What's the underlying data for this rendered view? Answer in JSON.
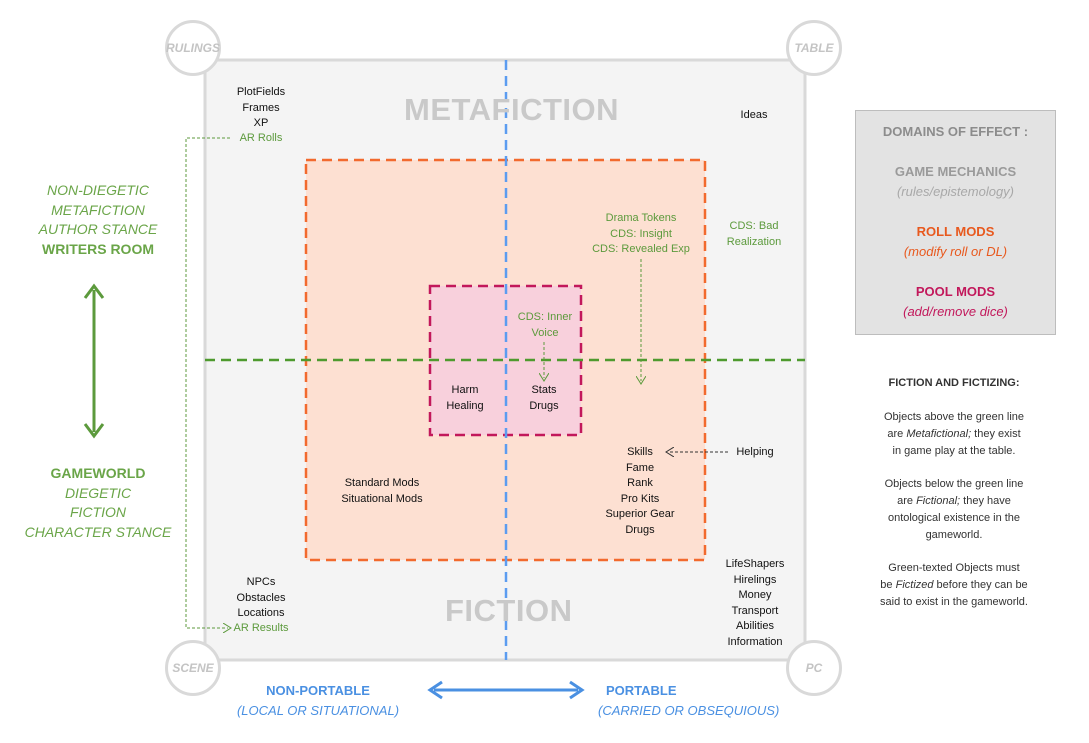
{
  "corners": {
    "top_left": "RULINGS",
    "top_right": "TABLE",
    "bottom_left": "SCENE",
    "bottom_right": "PC"
  },
  "headings": {
    "top": "METAFICTION",
    "bottom": "FICTION"
  },
  "left_top": {
    "line1": "NON-DIEGETIC",
    "line2": "METAFICTION",
    "line3": "AUTHOR STANCE",
    "line4": "WRITERS ROOM"
  },
  "left_bottom": {
    "line1": "GAMEWORLD",
    "line2": "DIEGETIC",
    "line3": "FICTION",
    "line4": "CHARACTER STANCE"
  },
  "axis_bottom": {
    "left_title": "NON-PORTABLE",
    "left_sub": "(LOCAL OR SITUATIONAL)",
    "right_title": "PORTABLE",
    "right_sub": "(CARRIED OR OBSEQUIOUS)"
  },
  "items": {
    "rulings": [
      "PlotFields",
      "Frames",
      "XP"
    ],
    "ar_rolls": "AR Rolls",
    "ideas": "Ideas",
    "drama": [
      "Drama Tokens",
      "CDS: Insight",
      "CDS: Revealed Exp"
    ],
    "cds_bad": [
      "CDS: Bad",
      "Realization"
    ],
    "cds_inner": [
      "CDS: Inner",
      "Voice"
    ],
    "harm": [
      "Harm",
      "Healing"
    ],
    "stats": [
      "Stats",
      "Drugs"
    ],
    "skills": [
      "Skills",
      "Fame",
      "Rank",
      "Pro Kits",
      "Superior Gear",
      "Drugs"
    ],
    "helping": "Helping",
    "standard": [
      "Standard Mods",
      "Situational Mods"
    ],
    "scene": [
      "NPCs",
      "Obstacles",
      "Locations"
    ],
    "ar_results": "AR Results",
    "pc": [
      "LifeShapers",
      "Hirelings",
      "Money",
      "Transport",
      "Abilities",
      "Information"
    ]
  },
  "domains": {
    "title": "DOMAINS OF EFFECT :",
    "game_mech": "GAME MECHANICS",
    "game_mech_sub": "(rules/epistemology)",
    "roll_mods": "ROLL MODS",
    "roll_mods_sub": "(modify roll or DL)",
    "pool_mods": "POOL MODS",
    "pool_mods_sub": "(add/remove dice)"
  },
  "info": {
    "title": "FICTION AND FICTIZING:",
    "p1a": "Objects above the green line",
    "p1b_pre": "are ",
    "p1b_em": "Metafictional;",
    "p1b_post": " they exist",
    "p1c": "in game play at the table.",
    "p2a": "Objects below the green line",
    "p2b_pre": "are ",
    "p2b_em": "Fictional;",
    "p2b_post": " they have",
    "p2c": "ontological existence in the",
    "p2d": "gameworld.",
    "p3a": "Green-texted Objects must",
    "p3b_pre": "be ",
    "p3b_em": "Fictized",
    "p3b_post": " before they can be",
    "p3c": "said to exist in the gameworld."
  },
  "colors": {
    "orange": "#f26a2e",
    "orange_fill": "#fde0d2",
    "pink": "#c2185b",
    "pink_fill": "#f8d0dc",
    "green": "#5c9a3c",
    "blue": "#4a90e2",
    "panel": "#f4f4f4",
    "border": "#d9d9d9"
  }
}
